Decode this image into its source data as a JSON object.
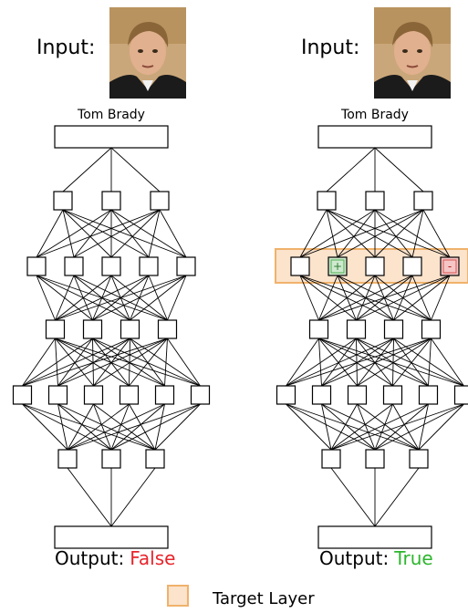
{
  "panels": [
    {
      "input_label": "Input:",
      "name_label": "Tom Brady",
      "output_label": "Output:",
      "output_value": "False",
      "output_color": "#e8242b",
      "neuron_marks": {
        "1": "",
        "4": ""
      }
    },
    {
      "input_label": "Input:",
      "name_label": "Tom Brady",
      "output_label": "Output:",
      "output_value": "True",
      "output_color": "#2db52d",
      "neuron_marks": {
        "1": "+",
        "4": "-"
      }
    }
  ],
  "layer_sizes": [
    3,
    5,
    4,
    6,
    3
  ],
  "legend": {
    "label": "Target Layer"
  },
  "colors": {
    "target_fill": "#fbe3cc",
    "target_border": "#f0b26b",
    "plus_fill": "#cfe9cf",
    "plus_border": "#4caf50",
    "minus_fill": "#f4c6c6",
    "minus_border": "#d9534f"
  }
}
